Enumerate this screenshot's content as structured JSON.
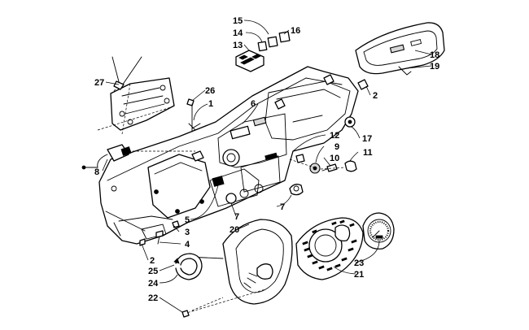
{
  "callouts": [
    {
      "id": "c15",
      "text": "15"
    },
    {
      "id": "c14",
      "text": "14"
    },
    {
      "id": "c16",
      "text": "16"
    },
    {
      "id": "c13",
      "text": "13"
    },
    {
      "id": "c18",
      "text": "18"
    },
    {
      "id": "c19",
      "text": "19"
    },
    {
      "id": "c27",
      "text": "27"
    },
    {
      "id": "c26",
      "text": "26"
    },
    {
      "id": "c1",
      "text": "1"
    },
    {
      "id": "c6",
      "text": "6"
    },
    {
      "id": "c2a",
      "text": "2"
    },
    {
      "id": "c12",
      "text": "12"
    },
    {
      "id": "c9",
      "text": "9"
    },
    {
      "id": "c10",
      "text": "10"
    },
    {
      "id": "c11",
      "text": "11"
    },
    {
      "id": "c17",
      "text": "17"
    },
    {
      "id": "c8",
      "text": "8"
    },
    {
      "id": "c7a",
      "text": "7"
    },
    {
      "id": "c7b",
      "text": "7"
    },
    {
      "id": "c5",
      "text": "5"
    },
    {
      "id": "c3",
      "text": "3"
    },
    {
      "id": "c4",
      "text": "4"
    },
    {
      "id": "c20",
      "text": "20"
    },
    {
      "id": "c2b",
      "text": "2"
    },
    {
      "id": "c25",
      "text": "25"
    },
    {
      "id": "c24",
      "text": "24"
    },
    {
      "id": "c22",
      "text": "22"
    },
    {
      "id": "c23",
      "text": "23"
    },
    {
      "id": "c21",
      "text": "21"
    }
  ]
}
